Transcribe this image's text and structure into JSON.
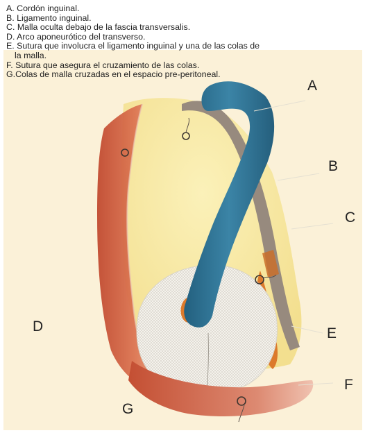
{
  "legend": {
    "items": [
      "A. Cordón inguinal.",
      "B. Ligamento inguinal.",
      "C. Malla oculta debajo de la fascia transversalis.",
      "D. Arco aponeurótico del transverso.",
      "E. Sutura que involucra el ligamento inguinal y una de las colas de la malla.",
      "F. Sutura que asegura el cruzamiento de las colas.",
      "G.Colas de malla cruzadas en el espacio pre-peritoneal."
    ]
  },
  "labels": {
    "a": "A",
    "b": "B",
    "c": "C",
    "d": "D",
    "e": "E",
    "f": "F",
    "g": "G"
  },
  "colors": {
    "background_panel": "#fbf1d8",
    "fascia": "#f7e9a6",
    "muscle_red": "#cf5a3b",
    "cord_blue": "#2e7293",
    "ligament_gray": "#978a7e",
    "mesh_orange": "#dc7a2c",
    "mesh": "#f2f0ea"
  }
}
